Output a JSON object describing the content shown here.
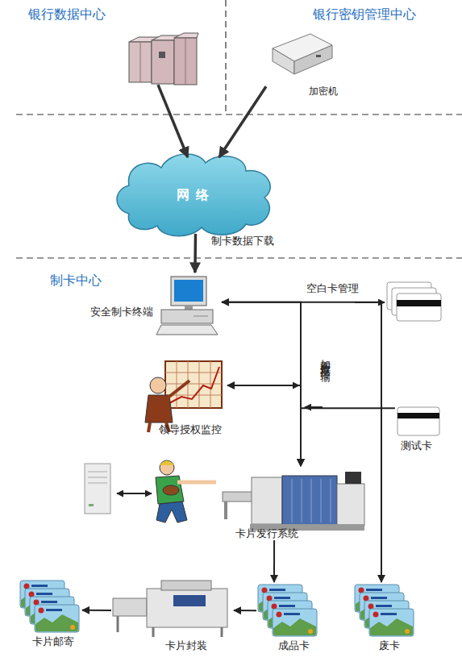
{
  "diagram": {
    "nodes": [
      {
        "text": [
          "银行数据中心"
        ]
      },
      {
        "text": [
          "银行密钥管理中心"
        ]
      },
      {
        "text": [
          "加密机"
        ],
        "in": 1
      },
      {
        "text": [
          "网络"
        ]
      },
      {
        "text": [
          "制卡中心"
        ]
      },
      {
        "text": [
          "安全制卡终端"
        ],
        "in": 4
      },
      {
        "text": [
          "领导授权监控"
        ],
        "in": 4
      },
      {
        "text": [
          "卡片发行系统"
        ],
        "in": 4
      },
      {
        "text": [
          "测试卡"
        ],
        "in": 4
      },
      {
        "text": [
          "成品卡"
        ],
        "in": 4
      },
      {
        "text": [
          "卡片封装"
        ],
        "in": 4
      },
      {
        "text": [
          "卡片邮寄"
        ],
        "in": 4
      },
      {
        "text": [
          "废卡"
        ],
        "in": 4
      }
    ],
    "edges": [
      {
        "from": 0,
        "to": 3,
        "arrow": "to"
      },
      {
        "from": 2,
        "to": 3,
        "arrow": "to"
      },
      {
        "from": 3,
        "to": 5,
        "label": "制卡数据下载",
        "arrow": "to"
      },
      {
        "from": 5,
        "to": 7,
        "label": "加密数据传输",
        "arrow": "both"
      },
      {
        "from": 6,
        "to": 7,
        "arrow": "both"
      },
      {
        "from": 8,
        "to": 7,
        "arrow": "to"
      },
      {
        "from": 7,
        "to": 9,
        "arrow": "to"
      },
      {
        "from": 9,
        "to": 10,
        "arrow": "to"
      },
      {
        "from": 10,
        "to": 11,
        "arrow": "to"
      },
      {
        "from": 5,
        "to": 12,
        "arrow": "to"
      }
    ],
    "labels": [
      "空白卡管理"
    ]
  }
}
